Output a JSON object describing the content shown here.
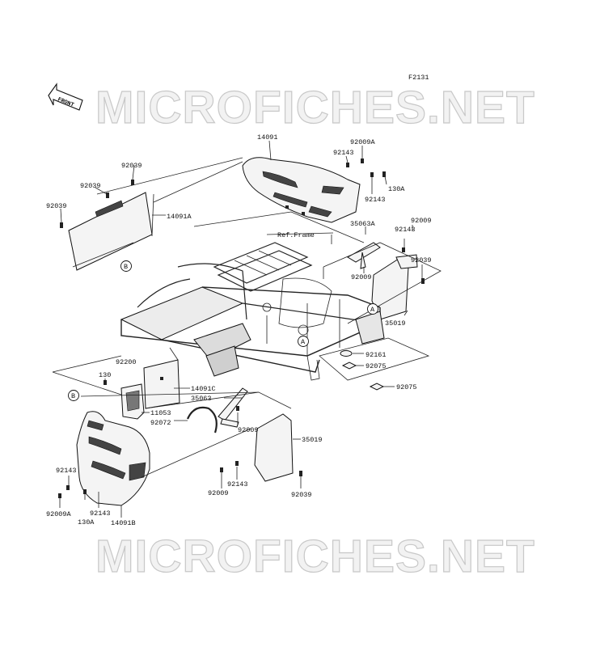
{
  "figure_code": "F2131",
  "front_arrow_text": "FRONT",
  "watermark_text": "MICROFICHES.NET",
  "reference_text": "Ref.Frame",
  "callouts": {
    "A1": "A",
    "A2": "A",
    "B1": "B",
    "B2": "B"
  },
  "labels": {
    "l14091": "14091",
    "l92009A_top": "92009A",
    "l92143_t1": "92143",
    "l92143_t2": "92143",
    "l130A_top": "130A",
    "l92039_a": "92039",
    "l92039_b": "92039",
    "l92039_c": "92039",
    "l14091A": "14091A",
    "l35063A": "35063A",
    "l92009_r": "92009",
    "l92143_r": "92143",
    "l92039_r": "92039",
    "l92009_r2": "92009",
    "l35019_r": "35019",
    "l92161": "92161",
    "l92075_a": "92075",
    "l92075_b": "92075",
    "l92200": "92200",
    "l130": "130",
    "l14091C": "14091C",
    "l35063": "35063",
    "l11053": "11053",
    "l92072": "92072",
    "l92009_m": "92009",
    "l35019_b": "35019",
    "l92143_b1": "92143",
    "l92009_b": "92009",
    "l92039_b2": "92039",
    "l92143_l": "92143",
    "l92009A_l": "92009A",
    "l130A_l": "130A",
    "l92143_l2": "92143",
    "l14091B": "14091B"
  }
}
